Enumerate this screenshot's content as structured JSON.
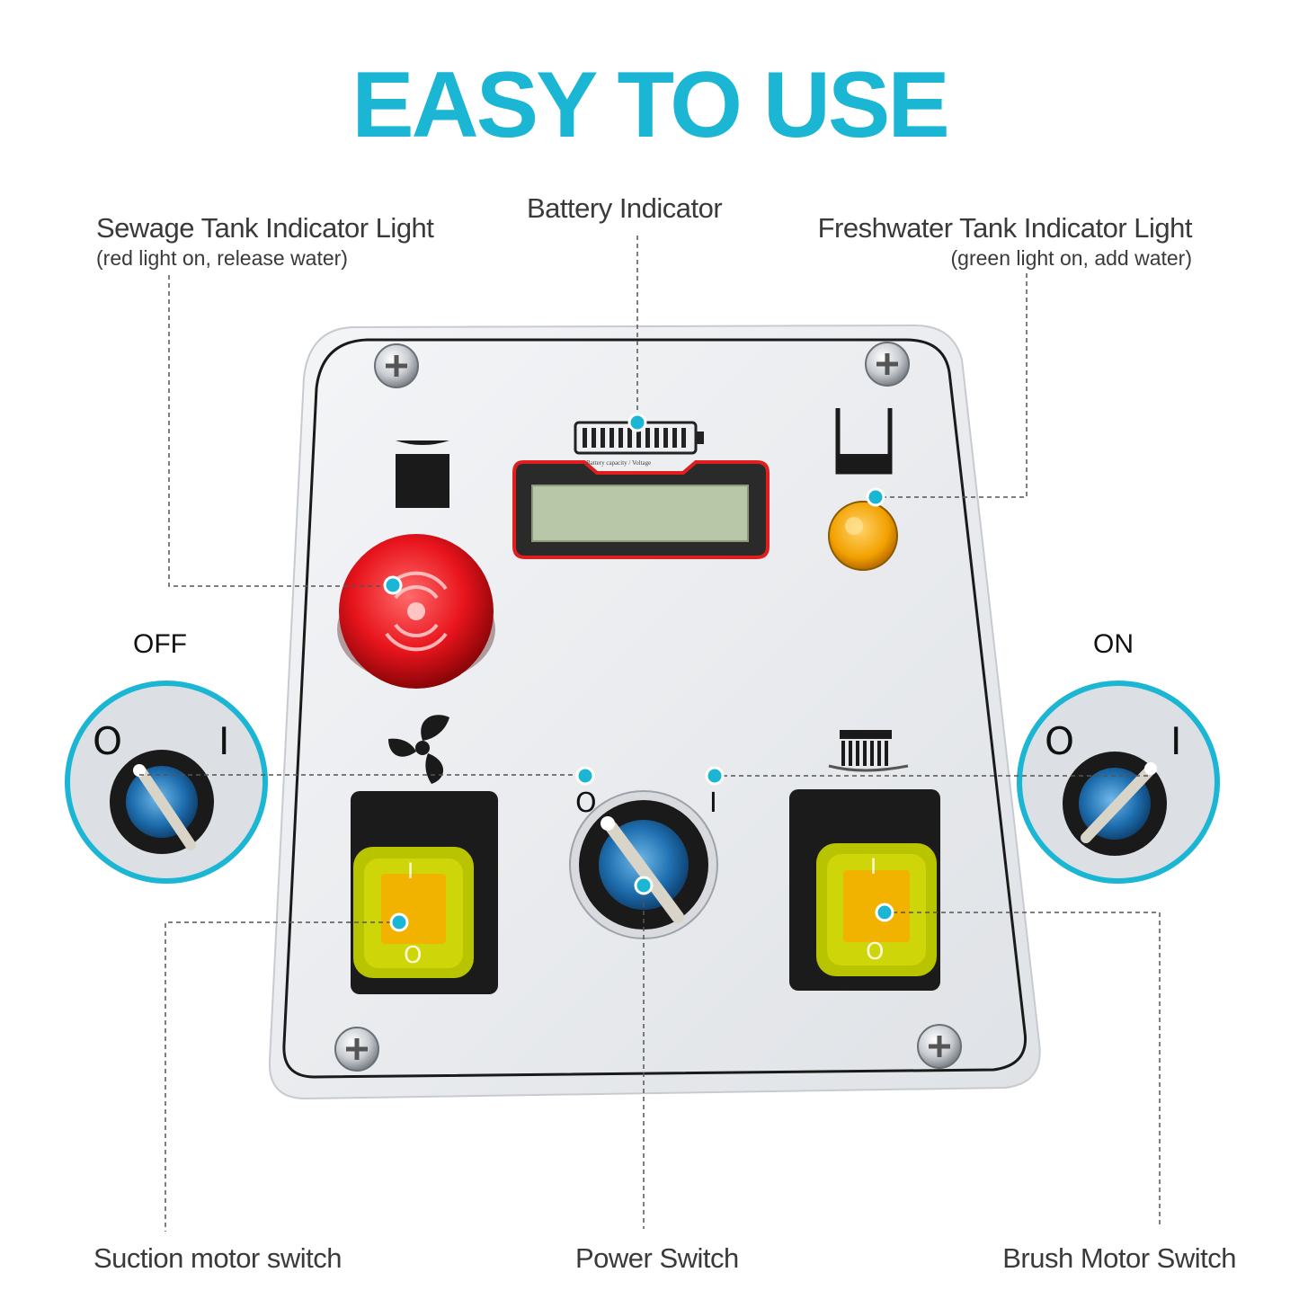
{
  "title": "EASY TO USE",
  "labels": {
    "battery": "Battery Indicator",
    "sewage": "Sewage Tank Indicator Light",
    "sewage_note": "(red light on, release water)",
    "freshwater": "Freshwater Tank Indicator Light",
    "freshwater_note": "(green light on, add water)",
    "suction": "Suction motor switch",
    "power": "Power Switch",
    "brush": "Brush Motor Switch"
  },
  "states": {
    "off": "OFF",
    "on": "ON"
  },
  "switch_marks": {
    "zero": "O",
    "one": "I"
  },
  "panel": {
    "lcd_caption": "Battery capacity / Voltage"
  },
  "colors": {
    "accent": "#1ab6d4",
    "sewage_light": "#e8141c",
    "freshwater_light": "#f2a100",
    "rocker_frame": "#c8d400",
    "rocker_paddle": "#f2b200",
    "knob_blue": "#1f6fb0"
  },
  "icons": [
    "battery-icon",
    "sewage-tank-icon",
    "freshwater-tank-icon",
    "fan-icon",
    "brush-icon",
    "screw-icon"
  ]
}
